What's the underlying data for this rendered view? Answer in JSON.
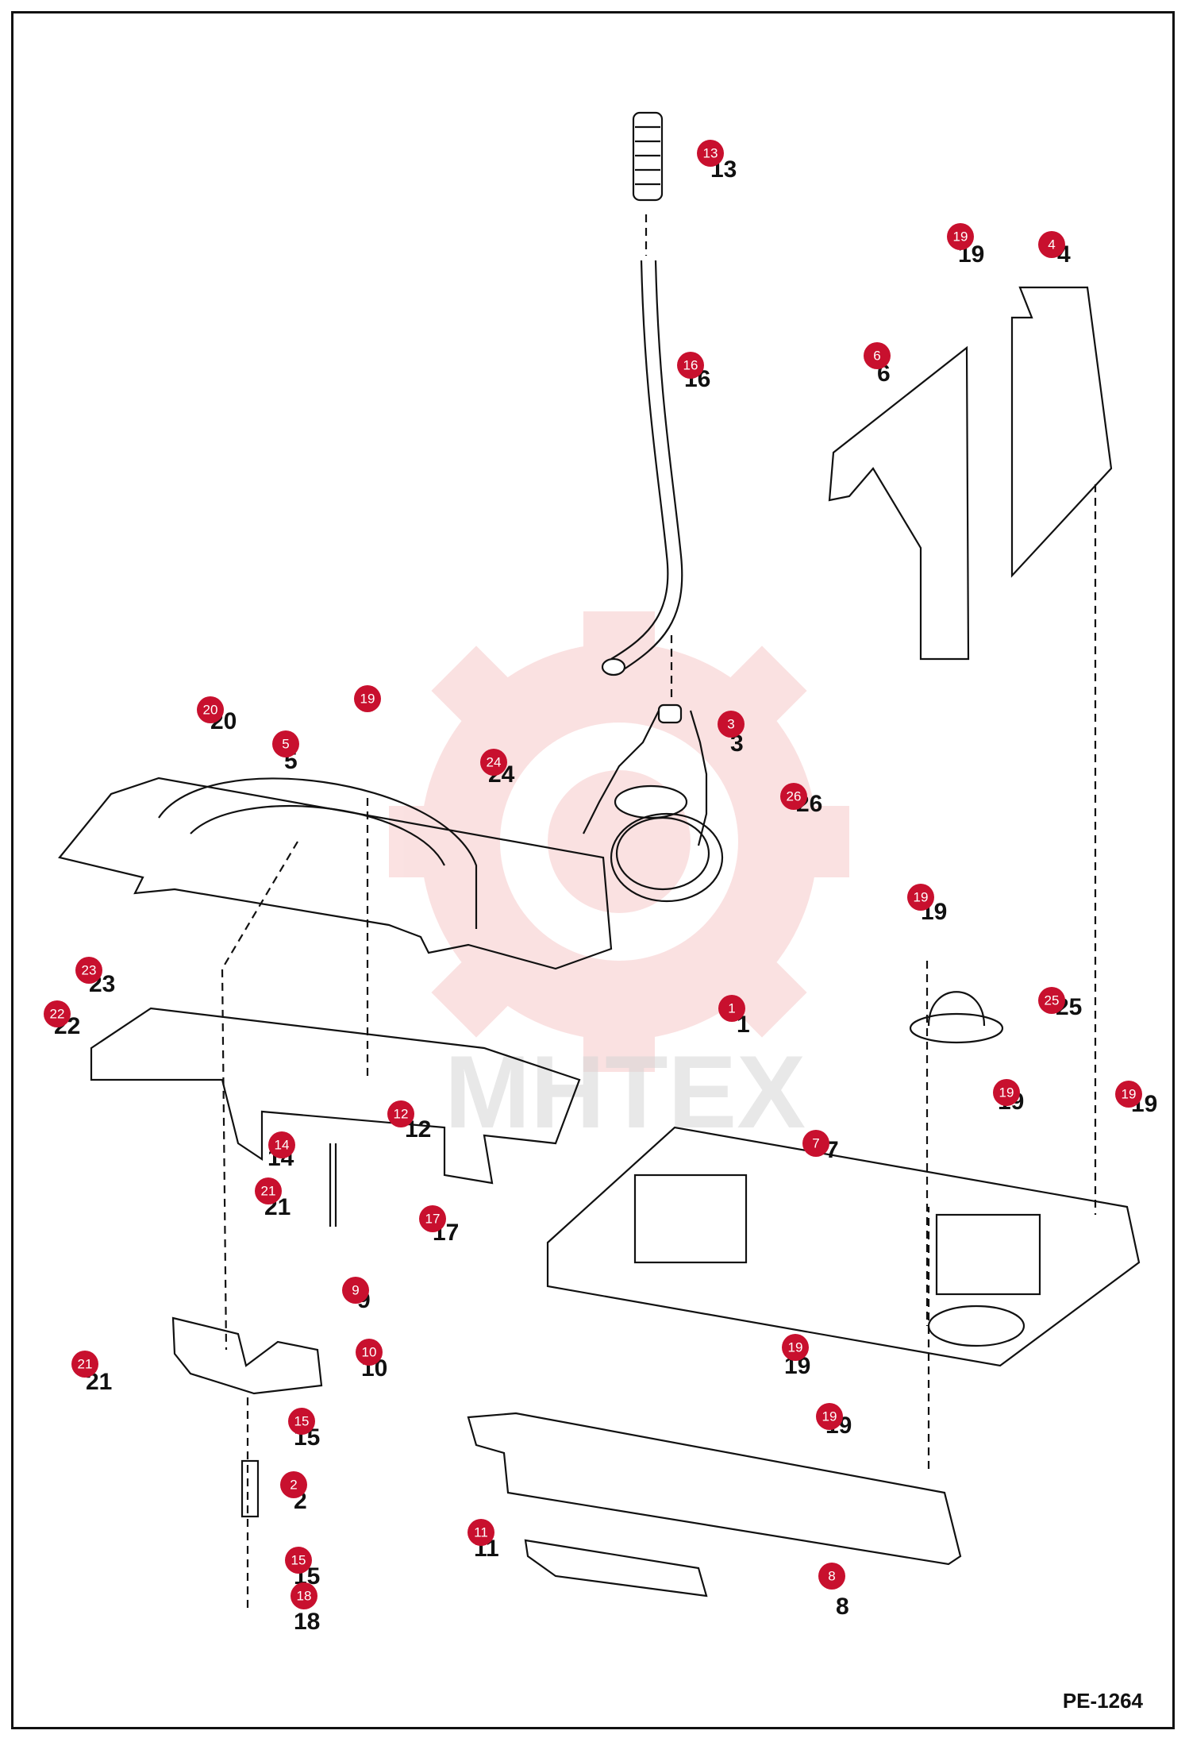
{
  "diagram": {
    "watermark_text": "МНТЕХ",
    "reference_code": "PE-1264",
    "colors": {
      "badge": "#c8102e",
      "line": "#111111",
      "watermark": "#e64a4a"
    },
    "callouts": [
      {
        "n": "13",
        "label": "13"
      },
      {
        "n": "16",
        "label": "16"
      },
      {
        "n": "19",
        "label": "19"
      },
      {
        "n": "4",
        "label": "4"
      },
      {
        "n": "6",
        "label": "6"
      },
      {
        "n": "3",
        "label": "3"
      },
      {
        "n": "26",
        "label": "26"
      },
      {
        "n": "24",
        "label": "24"
      },
      {
        "n": "20",
        "label": "20"
      },
      {
        "n": "19",
        "label": "19"
      },
      {
        "n": "5",
        "label": "5"
      },
      {
        "n": "23",
        "label": "23"
      },
      {
        "n": "22",
        "label": "22"
      },
      {
        "n": "1",
        "label": "1"
      },
      {
        "n": "19",
        "label": "19"
      },
      {
        "n": "25",
        "label": "25"
      },
      {
        "n": "12",
        "label": "12"
      },
      {
        "n": "14",
        "label": "14"
      },
      {
        "n": "21",
        "label": "21"
      },
      {
        "n": "17",
        "label": "17"
      },
      {
        "n": "9",
        "label": "9"
      },
      {
        "n": "19",
        "label": "19"
      },
      {
        "n": "19",
        "label": "19"
      },
      {
        "n": "7",
        "label": "7"
      },
      {
        "n": "21",
        "label": "21"
      },
      {
        "n": "10",
        "label": "10"
      },
      {
        "n": "19",
        "label": "19"
      },
      {
        "n": "19",
        "label": "19"
      },
      {
        "n": "15",
        "label": "15"
      },
      {
        "n": "2",
        "label": "2"
      },
      {
        "n": "11",
        "label": "11"
      },
      {
        "n": "15",
        "label": "15"
      },
      {
        "n": "18",
        "label": "18"
      },
      {
        "n": "8",
        "label": "8"
      }
    ]
  }
}
